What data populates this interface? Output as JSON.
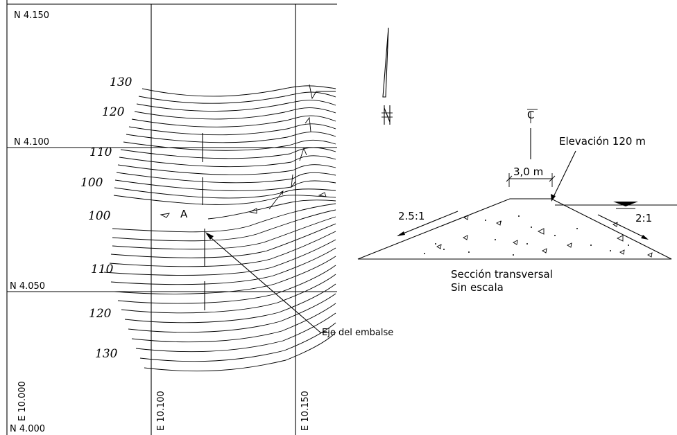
{
  "grid": {
    "north_labels": [
      "N 4.150",
      "N 4.100",
      "N 4.050",
      "N 4.000"
    ],
    "east_labels": [
      "E 10.000",
      "E 10.100",
      "E 10.150"
    ]
  },
  "contours": {
    "labels_top": [
      "130",
      "120",
      "110",
      "100"
    ],
    "labels_bottom": [
      "100",
      "110",
      "120",
      "130"
    ]
  },
  "map_annotations": {
    "marker": "A",
    "axis_label": "Eje del embalse"
  },
  "section": {
    "centerline_symbol": "C",
    "crest_width": "3,0 m",
    "elevation_label": "Elevación 120 m",
    "slope_left": "2.5:1",
    "slope_right": "2:1",
    "title": "Sección transversal",
    "subtitle": "Sin escala"
  },
  "colors": {
    "ink": "#000000",
    "paper": "#ffffff"
  }
}
